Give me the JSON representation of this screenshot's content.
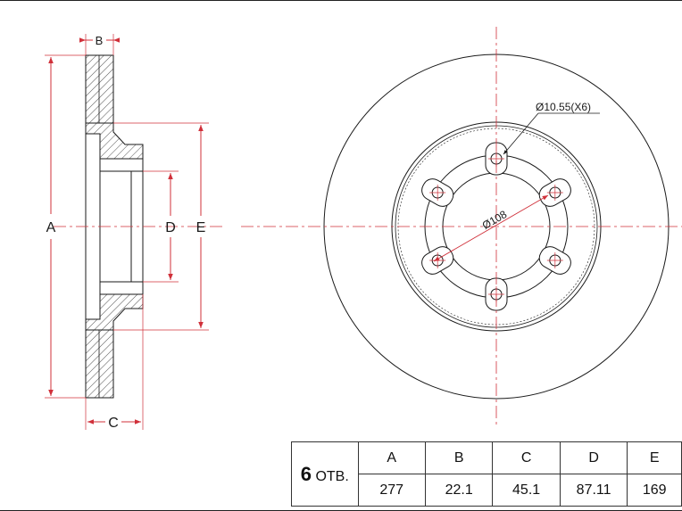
{
  "dimension_letters": {
    "a": "A",
    "b": "B",
    "c": "C",
    "d": "D",
    "e": "E"
  },
  "callouts": {
    "bolt_hole": "Ø10.55(X6)",
    "pcd": "Ø108"
  },
  "spec_table": {
    "holes_count": "6",
    "holes_label": "ОТВ.",
    "headers": [
      "A",
      "B",
      "C",
      "D",
      "E"
    ],
    "values": [
      "277",
      "22.1",
      "45.1",
      "87.11",
      "169"
    ]
  },
  "colors": {
    "dimension_line": "#d0303a",
    "outline": "#1a1a1a",
    "hatch": "#555555"
  }
}
